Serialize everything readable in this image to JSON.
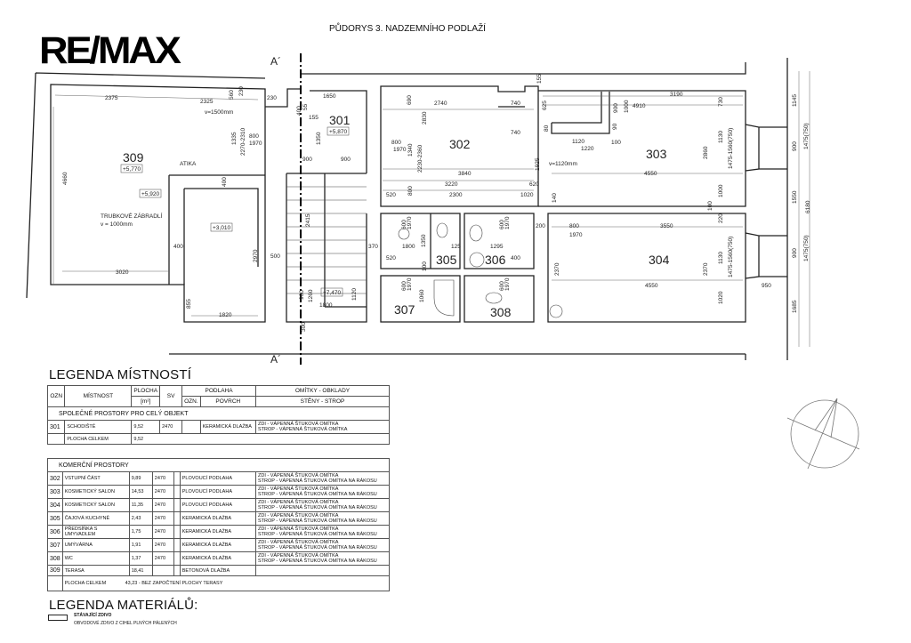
{
  "logo": "RE/MAX",
  "title": "PŮDORYS 3. NADZEMNÍHO PODLAŽÍ",
  "section_marks": [
    "A´",
    "A´"
  ],
  "rooms": {
    "r301": "301",
    "r302": "302",
    "r303": "303",
    "r304": "304",
    "r305": "305",
    "r306": "306",
    "r307": "307",
    "r308": "308",
    "r309": "309"
  },
  "levels": {
    "l301": "+5,870",
    "l309": "+5,770",
    "l5920": "+5,920",
    "l3010": "+3,010",
    "l7470": "+7,470"
  },
  "notes": {
    "atika": "ATIKA",
    "railing": "TRUBKOVÉ ZÁBRADLÍ",
    "railing_h": "v = 1000mm",
    "v1500": "v=1500mm",
    "v1120": "v=1120mm"
  },
  "dims": [
    "2375",
    "2325",
    "560",
    "230",
    "230",
    "1650",
    "400",
    "55",
    "155",
    "1335",
    "2270-2310",
    "800",
    "1970",
    "1350",
    "900",
    "900",
    "4660",
    "400",
    "2415",
    "400",
    "3020",
    "500",
    "2970",
    "855",
    "1820",
    "900",
    "1260",
    "1800",
    "1120",
    "300",
    "370",
    "690",
    "2740",
    "740",
    "625",
    "740",
    "80",
    "2830",
    "2230-2360",
    "1340",
    "800",
    "1970",
    "3840",
    "3220",
    "620",
    "520",
    "800",
    "2300",
    "1020",
    "1925",
    "155",
    "600",
    "1970",
    "1800",
    "1350",
    "125",
    "520",
    "100",
    "600",
    "1970",
    "1295",
    "400",
    "600",
    "1970",
    "1060",
    "600",
    "1970",
    "3190",
    "4910",
    "900",
    "1000",
    "730",
    "1120",
    "1220",
    "100",
    "90",
    "2860",
    "1130",
    "1475-1560(750)",
    "4550",
    "1000",
    "100",
    "1145",
    "900",
    "1475(750)",
    "1550",
    "6180",
    "200",
    "800",
    "1970",
    "3550",
    "220",
    "1130",
    "1475-1560(750)",
    "2370",
    "2370",
    "4550",
    "950",
    "1020",
    "900",
    "1475(750)",
    "1685",
    "140"
  ],
  "legend_rooms": {
    "title": "LEGENDA MÍSTNOSTÍ",
    "headers": {
      "ozn": "OZN",
      "mistnost": "MÍSTNOST",
      "plocha": "PLOCHA",
      "unit": "[m²]",
      "sv": "SV",
      "podlaha": "PODLAHA",
      "p_ozn": "OZN.",
      "povrch": "POVRCH",
      "omitky": "OMÍTKY - OBKLADY",
      "steny": "STĚNY - STROP"
    },
    "common": {
      "section": "SPOLEČNÉ PROSTORY PRO CELÝ OBJEKT",
      "rows": [
        {
          "ozn": "301",
          "name": "SCHODIŠTĚ",
          "area": "9,52",
          "sv": "2470",
          "povrch": "KERAMICKÁ DLAŽBA",
          "w1": "ZDI - VÁPENNÁ ŠTUKOVÁ OMÍTKA",
          "w2": "STROP - VÁPENNÁ ŠTUKOVÁ OMÍTKA"
        }
      ],
      "total_label": "PLOCHA CELKEM",
      "total": "9,52"
    },
    "commercial": {
      "section": "KOMERČNÍ PROSTORY",
      "rows": [
        {
          "ozn": "302",
          "name": "VSTUPNÍ ČÁST",
          "area": "9,89",
          "sv": "2470",
          "povrch": "PLOVOUCÍ PODLAHA",
          "w1": "ZDI - VÁPENNÁ ŠTUKOVÁ OMÍTKA",
          "w2": "STROP - VÁPENNÁ ŠTUKOVÁ OMÍTKA NA RÁKOSU"
        },
        {
          "ozn": "303",
          "name": "KOSMETICKÝ SALON",
          "area": "14,53",
          "sv": "2470",
          "povrch": "PLOVOUCÍ PODLAHA",
          "w1": "ZDI - VÁPENNÁ ŠTUKOVÁ OMÍTKA",
          "w2": "STROP - VÁPENNÁ ŠTUKOVÁ OMÍTKA NA RÁKOSU"
        },
        {
          "ozn": "304",
          "name": "KOSMETICKÝ SALON",
          "area": "11,35",
          "sv": "2470",
          "povrch": "PLOVOUCÍ PODLAHA",
          "w1": "ZDI - VÁPENNÁ ŠTUKOVÁ OMÍTKA",
          "w2": "STROP - VÁPENNÁ ŠTUKOVÁ OMÍTKA NA RÁKOSU"
        },
        {
          "ozn": "305",
          "name": "ČAJOVÁ KUCHYNĚ",
          "area": "2,43",
          "sv": "2470",
          "povrch": "KERAMICKÁ DLAŽBA",
          "w1": "ZDI - VÁPENNÁ ŠTUKOVÁ OMÍTKA",
          "w2": "STROP - VÁPENNÁ ŠTUKOVÁ OMÍTKA NA RÁKOSU"
        },
        {
          "ozn": "306",
          "name": "PŘEDSÍŇKA S UMYVADLEM",
          "area": "1,75",
          "sv": "2470",
          "povrch": "KERAMICKÁ DLAŽBA",
          "w1": "ZDI - VÁPENNÁ ŠTUKOVÁ OMÍTKA",
          "w2": "STROP - VÁPENNÁ ŠTUKOVÁ OMÍTKA NA RÁKOSU"
        },
        {
          "ozn": "307",
          "name": "UMÝVÁRNA",
          "area": "1,91",
          "sv": "2470",
          "povrch": "KERAMICKÁ DLAŽBA",
          "w1": "ZDI - VÁPENNÁ ŠTUKOVÁ OMÍTKA",
          "w2": "STROP - VÁPENNÁ ŠTUKOVÁ OMÍTKA NA RÁKOSU"
        },
        {
          "ozn": "308",
          "name": "WC",
          "area": "1,37",
          "sv": "2470",
          "povrch": "KERAMICKÁ DLAŽBA",
          "w1": "ZDI - VÁPENNÁ ŠTUKOVÁ OMÍTKA",
          "w2": "STROP - VÁPENNÁ ŠTUKOVÁ OMÍTKA NA RÁKOSU"
        },
        {
          "ozn": "309",
          "name": "TERASA",
          "area": "18,41",
          "sv": "",
          "povrch": "BETONOVÁ DLAŽBA",
          "w1": "",
          "w2": ""
        }
      ],
      "total_label": "PLOCHA CELKEM",
      "total": "43,23 - BEZ ZAPOČTENÍ PLOCHY TERASY"
    }
  },
  "legend_materials": {
    "title": "LEGENDA MATERIÁLŮ:",
    "items": [
      {
        "name": "STÁVAJÍCÍ ZDIVO",
        "desc": "OBVODOVÉ ZDIVO Z CIHEL PLNÝCH PÁLENÝCH"
      }
    ]
  }
}
